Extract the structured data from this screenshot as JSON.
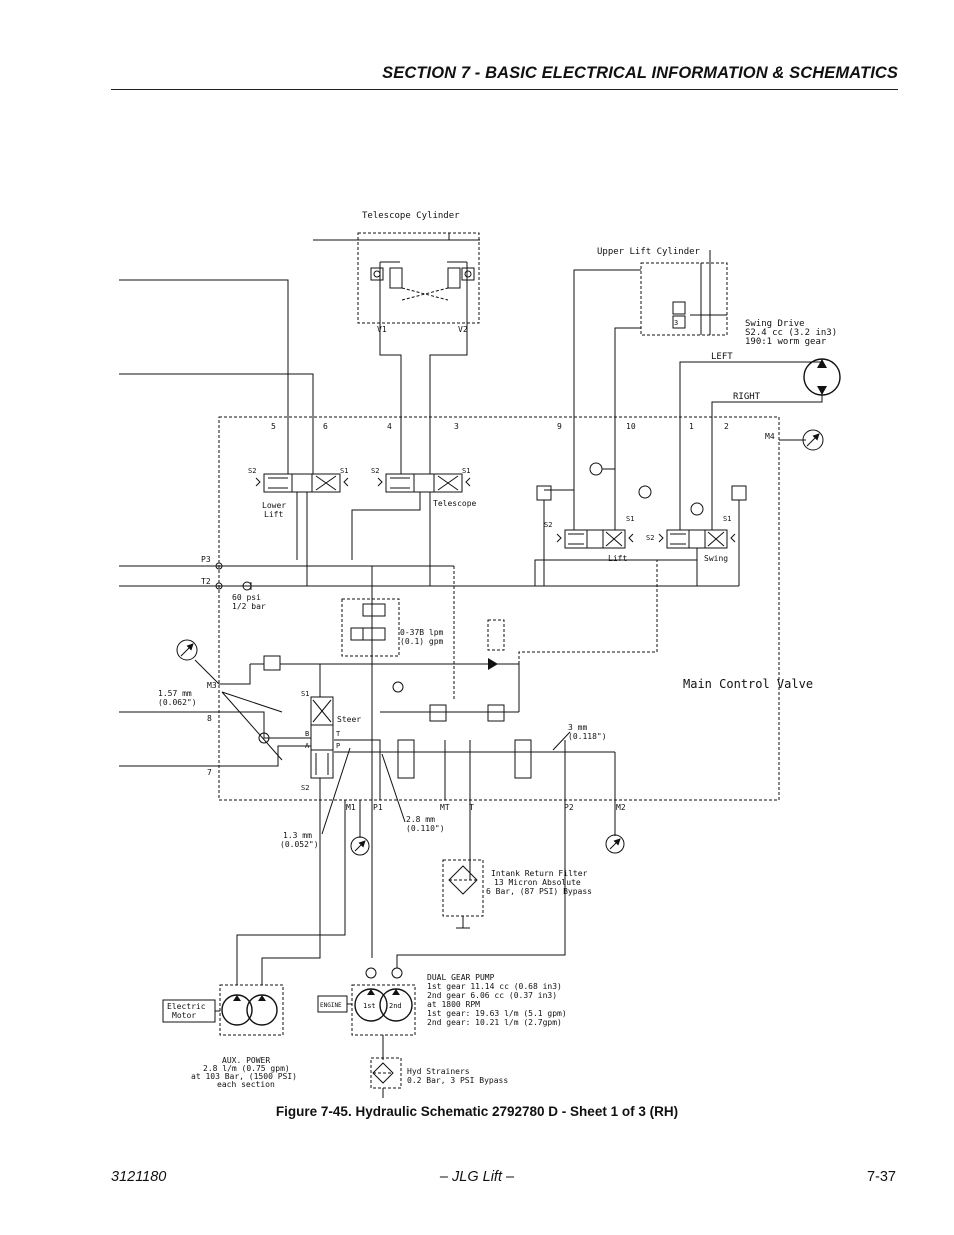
{
  "header": {
    "section_title": "SECTION 7 - BASIC ELECTRICAL INFORMATION & SCHEMATICS"
  },
  "figure": {
    "caption": "Figure 7-45.  Hydraulic Schematic 2792780 D - Sheet 1 of 3 (RH)"
  },
  "footer": {
    "doc_number": "3121180",
    "publisher": "– JLG Lift –",
    "page_number": "7-37"
  },
  "schematic": {
    "telescope_cylinder": "Telescope Cylinder",
    "upper_lift_cylinder": "Upper Lift Cylinder",
    "swing_drive": [
      "Swing Drive",
      "S2.4 cc (3.2 in3)",
      "190:1 worm gear"
    ],
    "left": "LEFT",
    "right": "RIGHT",
    "v1": "V1",
    "v2": "V2",
    "m4": "M4",
    "m3": "M3",
    "m1": "M1",
    "m2": "M2",
    "p1": "P1",
    "p2": "P2",
    "p3": "P3",
    "t2": "T2",
    "mt": "MT",
    "t": "T",
    "port_5": "5",
    "port_6": "6",
    "port_4": "4",
    "port_3": "3",
    "port_9": "9",
    "port_10": "10",
    "port_1": "1",
    "port_2": "2",
    "port_8": "8",
    "port_7": "7",
    "s1": "S1",
    "s2": "S2",
    "port_a": "A",
    "port_b": "B",
    "port_p": "P",
    "lower_lift": [
      "Lower",
      "Lift"
    ],
    "telescope": "Telescope",
    "lift": "Lift",
    "swing": "Swing",
    "steer": "Steer",
    "relief_60": [
      "60 psi",
      "1/2 bar"
    ],
    "flow_control": [
      "0-37B lpm",
      "(0.1) gpm"
    ],
    "main_control_valve": "Main Control Valve",
    "orifice_157": [
      "1.57 mm",
      "(0.062\")"
    ],
    "orifice_3": [
      "3 mm",
      "(0.118\")"
    ],
    "orifice_13": [
      "1.3 mm",
      "(0.052\")"
    ],
    "orifice_28": [
      "2.8 mm",
      "(0.110\")"
    ],
    "intank_filter": [
      "Intank Return Filter",
      "13 Micron Absolute",
      "6 Bar, (87 PSI) Bypass"
    ],
    "dual_gear_pump": [
      "DUAL GEAR PUMP",
      "1st gear  11.14 cc (0.68 in3)",
      "2nd gear  6.06 cc (0.37 in3)",
      "at 1800 RPM",
      "1st gear: 19.63 l/m (5.1 gpm)",
      "2nd gear: 10.21 l/m (2.7gpm)"
    ],
    "engine": "ENGINE",
    "pump_1st": "1st",
    "pump_2nd": "2nd",
    "electric_motor": [
      "Electric",
      "Motor"
    ],
    "aux_power": [
      "AUX. POWER",
      "2.8 l/m (0.75 gpm)",
      "at 103 Bar, (1500 PSI)",
      "each section"
    ],
    "hyd_strainers": [
      "Hyd Strainers",
      "0.2 Bar, 3 PSI Bypass"
    ]
  }
}
